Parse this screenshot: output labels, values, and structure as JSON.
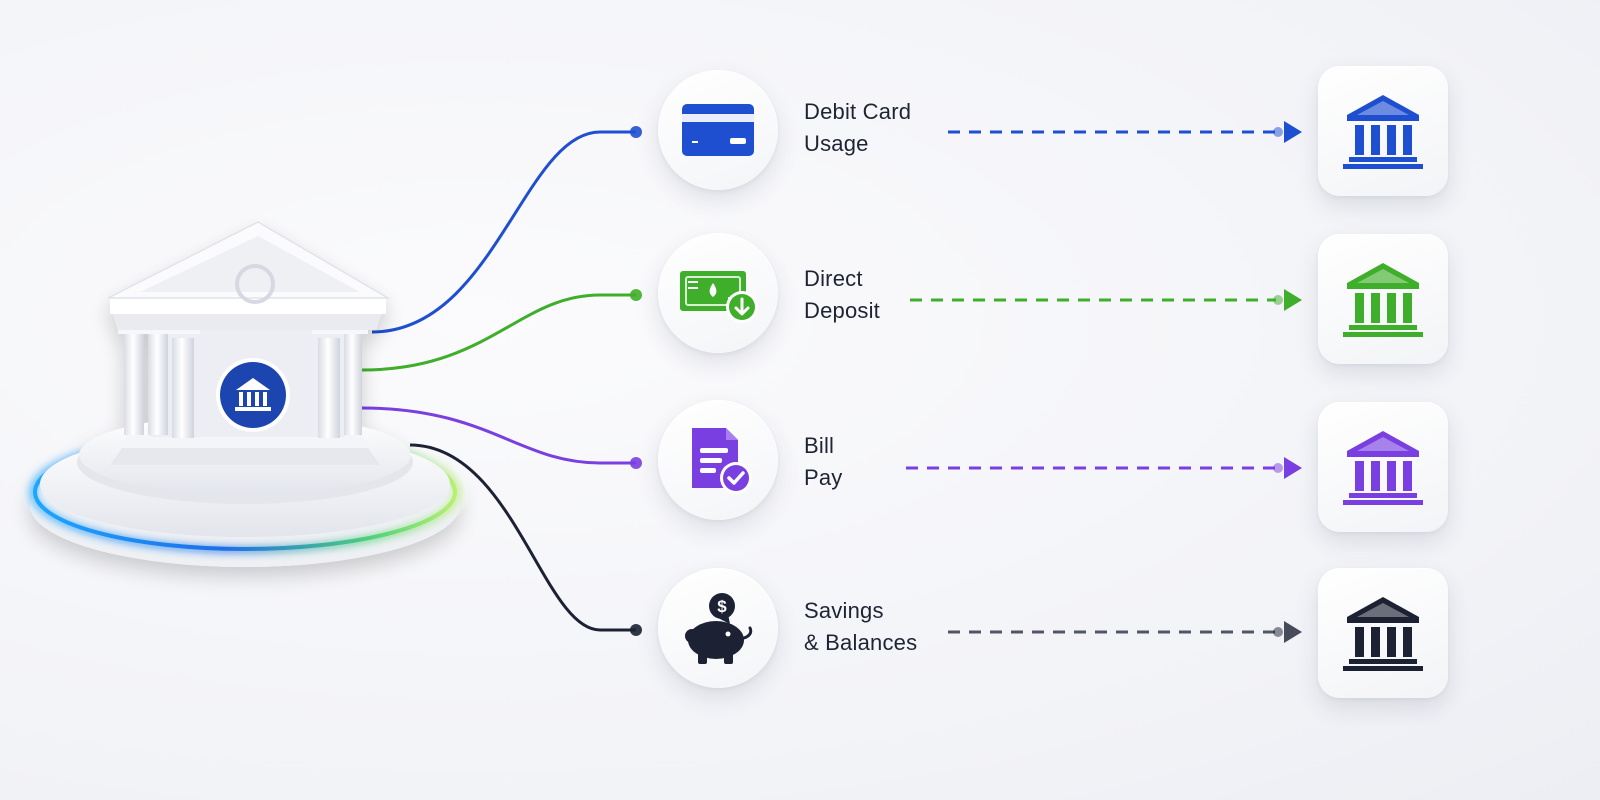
{
  "items": [
    {
      "id": "debit",
      "label_lines": [
        "Debit Card",
        "Usage"
      ],
      "color": "#1f4fd1",
      "icon": "credit-card-icon"
    },
    {
      "id": "deposit",
      "label_lines": [
        "Direct",
        "Deposit"
      ],
      "color": "#3fae2a",
      "icon": "cash-deposit-icon"
    },
    {
      "id": "billpay",
      "label_lines": [
        "Bill",
        "Pay"
      ],
      "color": "#7a3fe0",
      "icon": "bill-document-check-icon"
    },
    {
      "id": "savings",
      "label_lines": [
        "Savings",
        "& Balances"
      ],
      "color": "#1c2233",
      "icon": "piggy-bank-icon"
    }
  ],
  "hub": {
    "icon": "bank-building-icon",
    "badge_icon": "bank-icon"
  },
  "destination_icon": "bank-icon"
}
